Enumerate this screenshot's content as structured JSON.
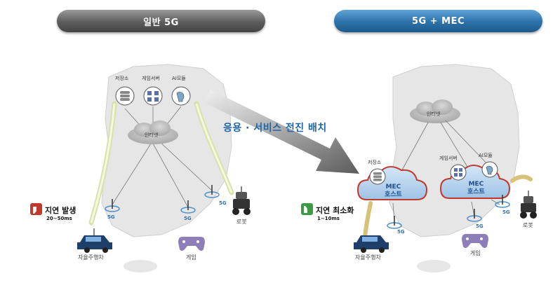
{
  "headers": {
    "left": "일반 5G",
    "right": "5G + MEC"
  },
  "banner": "응용 · 서비스 전진 배치",
  "left_panel": {
    "services": [
      "저장소",
      "게임서버",
      "AI모듈"
    ],
    "internet": "인터넷",
    "latency_title": "지연 발생",
    "latency_value": "20~50ms",
    "car_label": "자율주행차",
    "game_label": "게임",
    "robot_label": "로봇",
    "g5": "5G"
  },
  "right_panel": {
    "internet": "인터넷",
    "storage": "저장소",
    "game_server": "게임서버",
    "ai_module": "AI모듈",
    "mec_line1": "MEC",
    "mec_line2": "호스트",
    "latency_title": "지연 최소화",
    "latency_value": "1~10ms",
    "car_label": "자율주행차",
    "game_label": "게임",
    "robot_label": "로봇",
    "g5": "5G"
  },
  "colors": {
    "left_header": "#5c5c5c",
    "right_header": "#2c72aa",
    "banner": "#2167a8",
    "mec_border": "#c0392b",
    "mec_fill": "#bcd6ee",
    "fiber": "#d8e2a8",
    "map": "#e6e6e6"
  }
}
